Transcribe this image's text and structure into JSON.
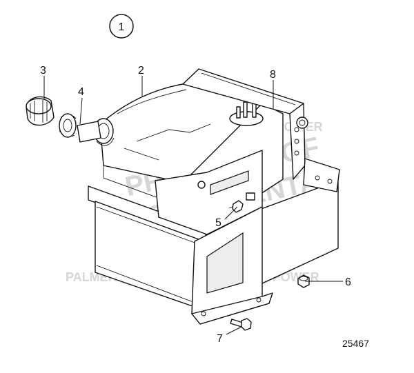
{
  "figure": {
    "group_number": "1",
    "drawing_number": "25467",
    "watermarks": [
      "PALMER POWER",
      "PROPERTY OF",
      "VOLVO PENTA"
    ],
    "callouts": [
      {
        "id": "c2",
        "label": "2"
      },
      {
        "id": "c3",
        "label": "3"
      },
      {
        "id": "c4",
        "label": "4"
      },
      {
        "id": "c5",
        "label": "5"
      },
      {
        "id": "c6",
        "label": "6"
      },
      {
        "id": "c7",
        "label": "7"
      },
      {
        "id": "c8",
        "label": "8"
      }
    ]
  }
}
